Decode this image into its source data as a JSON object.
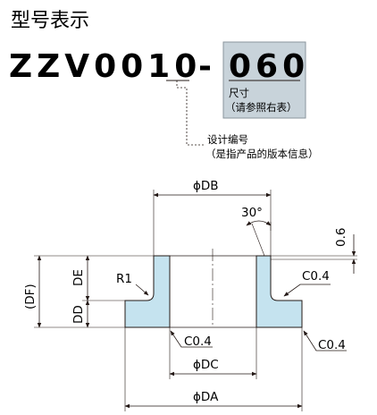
{
  "header": {
    "title": "型号表示"
  },
  "model": {
    "prefix": "ZZV0010",
    "dash": "-",
    "size_code": "060",
    "size_note_line1": "尺寸",
    "size_note_line2": "（请参照右表）",
    "design_note_line1": "设计编号",
    "design_note_line2": "（是指产品的版本信息）"
  },
  "drawing": {
    "dim_db": "ϕDB",
    "dim_dc": "ϕDC",
    "dim_da": "ϕDA",
    "dim_df": "(DF)",
    "dim_de": "DE",
    "dim_dd": "DD",
    "angle": "30°",
    "chamfer_top": "0.6",
    "radius": "R1",
    "chamfer_right": "C0.4",
    "chamfer_bottom_inner": "C0.4",
    "chamfer_bottom_outer": "C0.4"
  },
  "colors": {
    "part_fill": "#c5e3ef",
    "box_fill": "#c8d3da",
    "line": "#231815"
  }
}
